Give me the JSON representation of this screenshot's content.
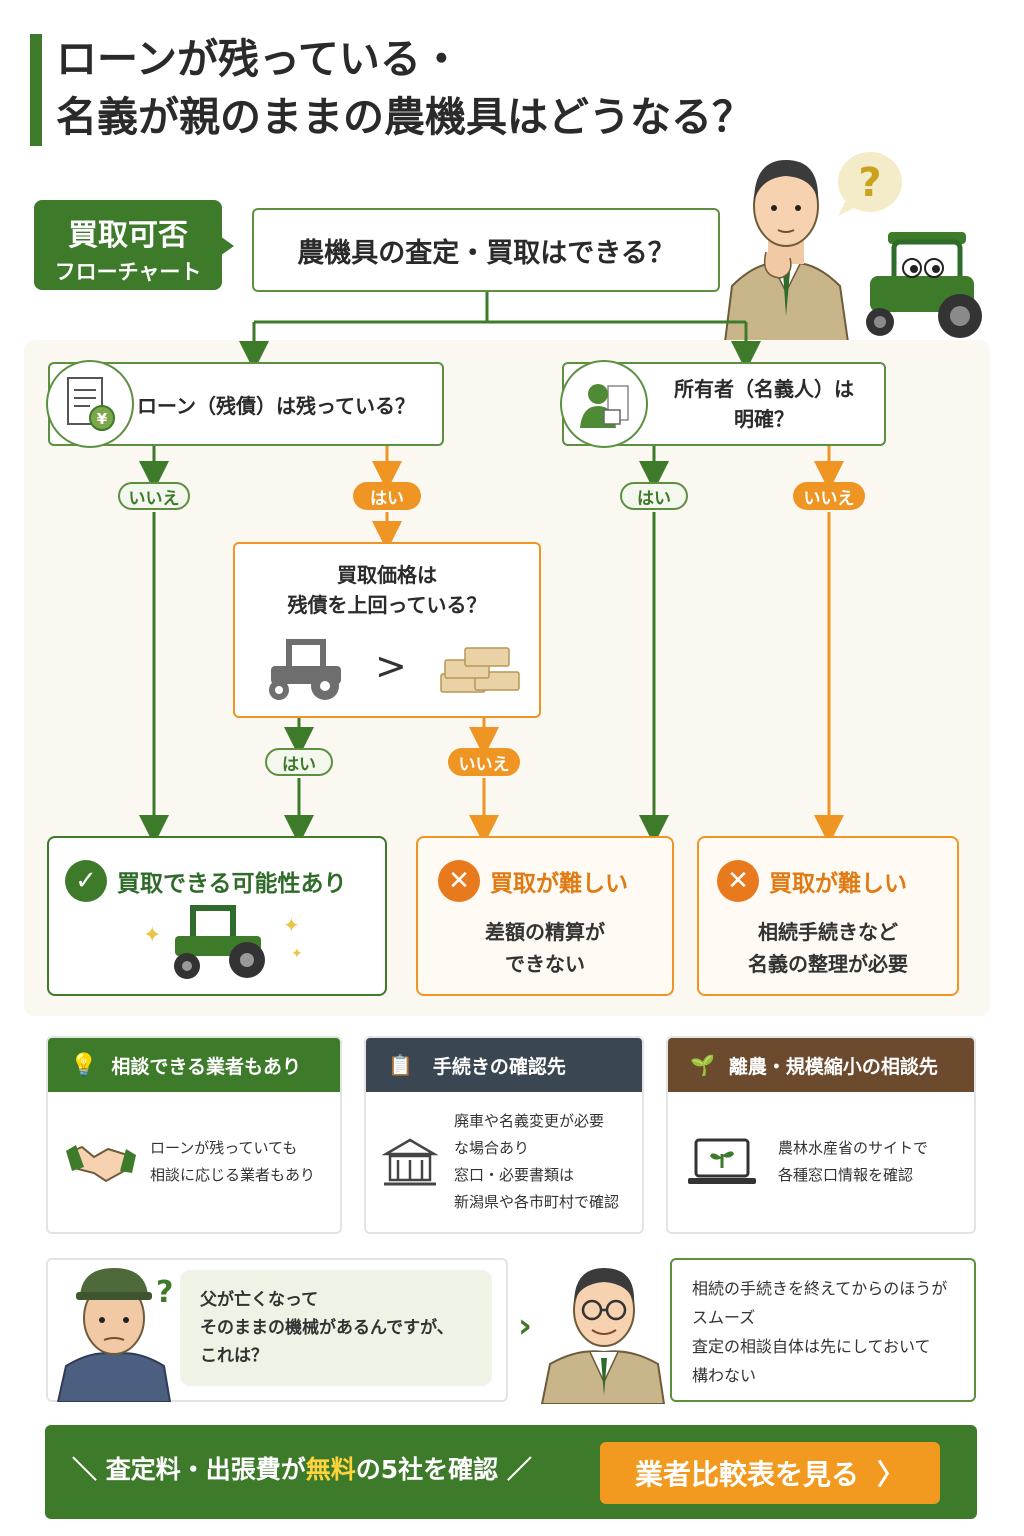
{
  "title": {
    "line1": "ローンが残っている・",
    "line2": "名義が親のままの農機具はどうなる？"
  },
  "flow_label": {
    "line1": "買取可否",
    "line2": "フローチャート"
  },
  "questions": {
    "main": "農機具の査定・買取はできる？",
    "loan": "ローン（残債）は残っている？",
    "owner_line1": "所有者（名義人）は",
    "owner_line2": "明確？",
    "price_line1": "買取価格は",
    "price_line2": "残債を上回っている？",
    "compare_symbol": ">"
  },
  "answers": {
    "yes": "はい",
    "no": "いいえ"
  },
  "results": {
    "ok_title": "買取できる可能性あり",
    "ng1_title": "買取が難しい",
    "ng1_line1": "差額の精算が",
    "ng1_line2": "できない",
    "ng2_title": "買取が難しい",
    "ng2_line1": "相続手続きなど",
    "ng2_line2": "名義の整理が必要"
  },
  "cards": [
    {
      "header": "相談できる業者もあり",
      "line1": "ローンが残っていても",
      "line2": "相談に応じる業者もあり",
      "color": "#3d7a2a"
    },
    {
      "header": "手続きの確認先",
      "line1": "廃車や名義変更が必要",
      "line2": "な場合あり",
      "line3": "窓口・必要書類は",
      "line4": "新潟県や各市町村で確認",
      "color": "#3a4651"
    },
    {
      "header": "離農・規模縮小の相談先",
      "line1": "農林水産省のサイトで",
      "line2": "各種窓口情報を確認",
      "color": "#6b4a2e"
    }
  ],
  "dialog": {
    "question_mark": "?",
    "farmer_line1": "父が亡くなって",
    "farmer_line2": "そのままの機械があるんですが、",
    "farmer_line3": "これは？",
    "expert_line1": "相続の手続きを終えてからのほうが",
    "expert_line2": "スムーズ",
    "expert_line3": "査定の相談自体は先にしておいて",
    "expert_line4": "構わない"
  },
  "cta": {
    "pre": "＼ 査定料・出張費が",
    "highlight": "無料",
    "post": "の5社を確認 ／",
    "button": "業者比較表を見る",
    "button_arrow": "〉"
  },
  "colors": {
    "green": "#3d7a2a",
    "orange": "#ef9523",
    "highlight": "#ffd43b"
  }
}
